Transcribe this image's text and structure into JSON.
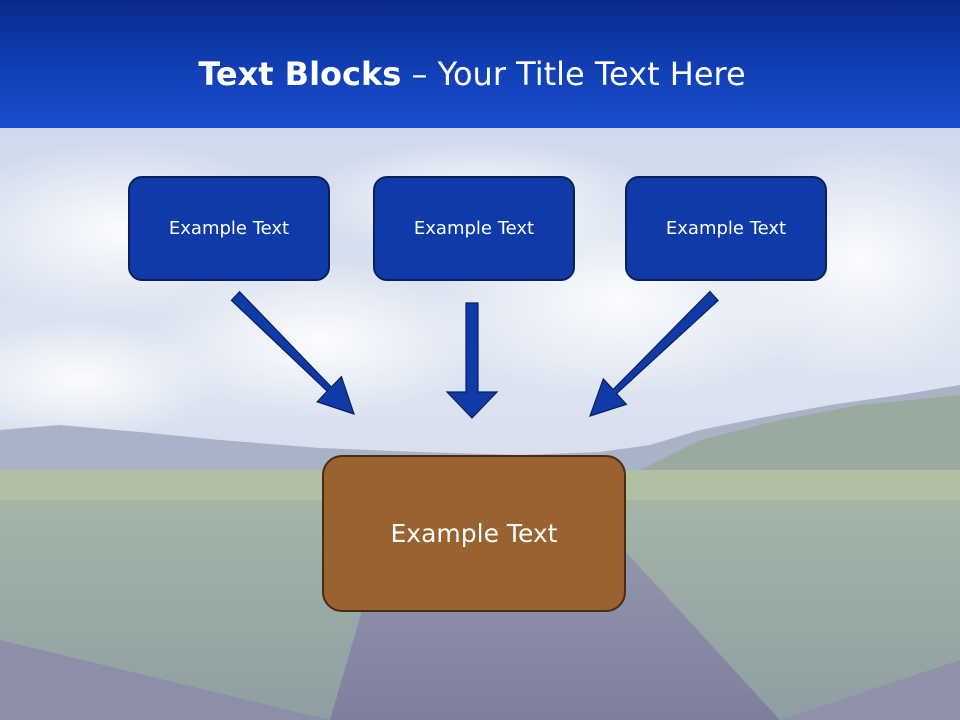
{
  "title": {
    "bold": "Text Blocks",
    "rest": " – Your Title Text Here"
  },
  "top_boxes": [
    {
      "label": "Example Text"
    },
    {
      "label": "Example Text"
    },
    {
      "label": "Example Text"
    }
  ],
  "bottom_box": {
    "label": "Example Text"
  },
  "colors": {
    "header": "#0f3cae",
    "box_blue": "#0f3aa8",
    "box_brown": "#986231",
    "arrow": "#0f3aa8"
  }
}
